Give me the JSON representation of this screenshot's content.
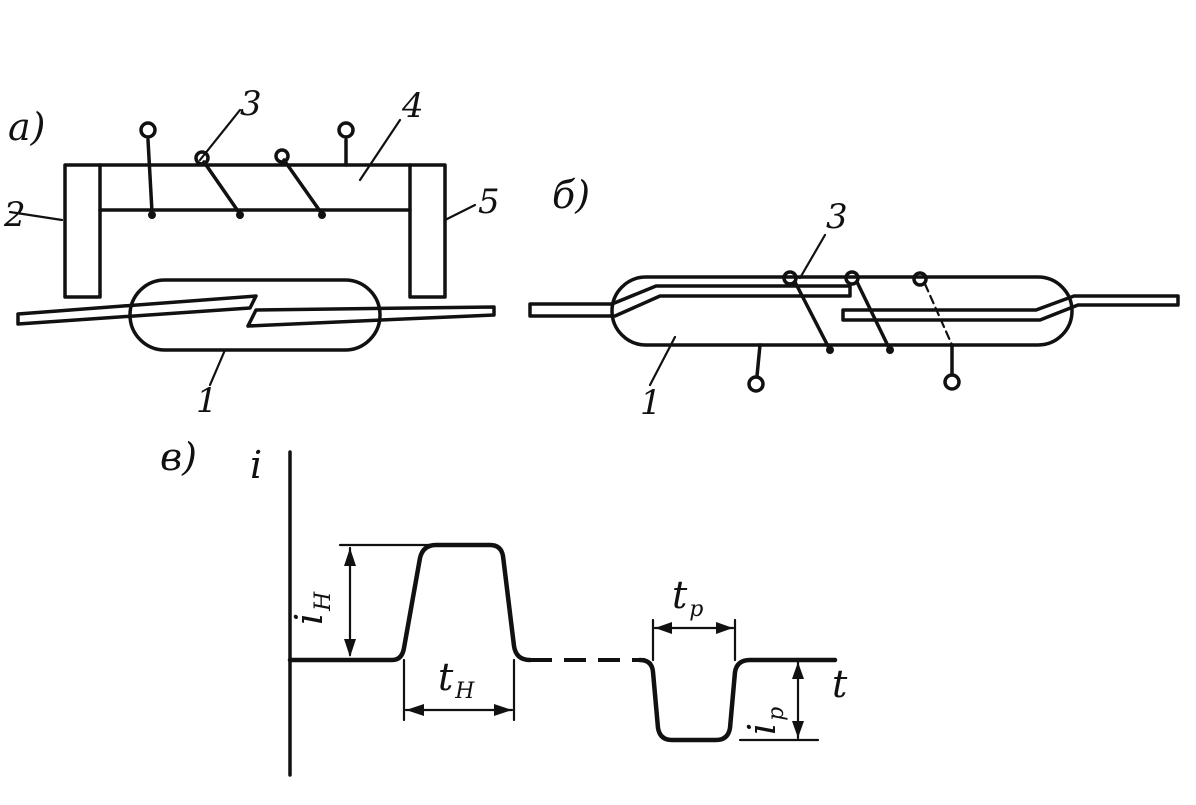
{
  "panels": {
    "a": "a)",
    "b": "б)",
    "c": "в)"
  },
  "part_labels": {
    "a_1": "1",
    "a_2": "2",
    "a_3": "3",
    "a_4": "4",
    "a_5": "5",
    "b_1": "1",
    "b_3": "3"
  },
  "graph": {
    "y_axis": "i",
    "x_axis": "t",
    "i_n_main": "i",
    "i_n_sub": "H",
    "t_n_main": "t",
    "t_n_sub": "H",
    "t_p_main": "t",
    "t_p_sub": "p",
    "i_p_main": "i",
    "i_p_sub": "p"
  }
}
